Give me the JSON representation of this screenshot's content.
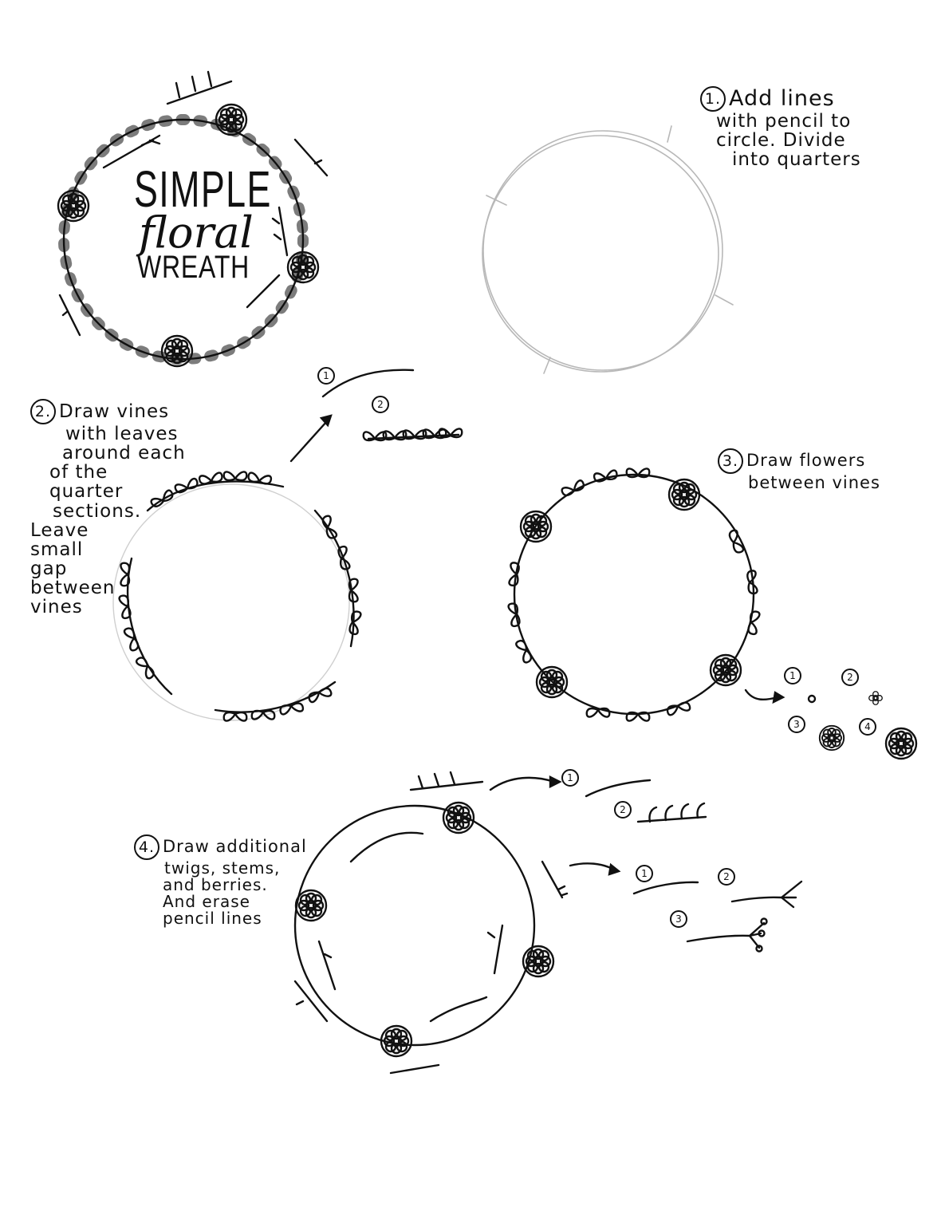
{
  "title": {
    "line1": "SIMPLE",
    "line2": "floral",
    "line3": "WREATH"
  },
  "steps": [
    {
      "number": "1.",
      "lines": [
        "Add lines",
        "with pencil to",
        "circle. Divide",
        "into quarters"
      ]
    },
    {
      "number": "2.",
      "lines": [
        "Draw vines",
        "with leaves",
        "around each",
        "of the",
        "quarter",
        "sections.",
        "Leave",
        "small",
        "gap",
        "between",
        "vines"
      ],
      "substeps": [
        "1",
        "2"
      ]
    },
    {
      "number": "3.",
      "lines": [
        "Draw flowers",
        "between vines"
      ],
      "substeps": [
        "1",
        "2",
        "3",
        "4"
      ]
    },
    {
      "number": "4.",
      "lines": [
        "Draw additional",
        "twigs, stems,",
        "and berries.",
        "And erase",
        "pencil lines"
      ],
      "substeps_a": [
        "1",
        "2"
      ],
      "substeps_b": [
        "1",
        "2",
        "3"
      ]
    }
  ],
  "colors": {
    "ink": "#111111",
    "pencil": "#b8b8b8",
    "paper": "#ffffff"
  }
}
